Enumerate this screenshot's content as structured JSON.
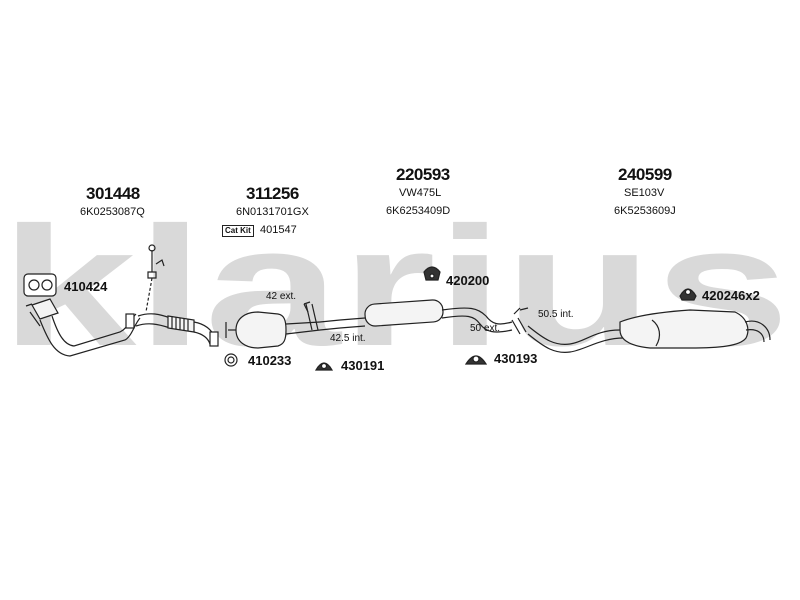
{
  "brand": {
    "watermark": "klarius",
    "color": "#d9d9d9"
  },
  "sections": [
    {
      "part": "301448",
      "oem": "6K0253087Q"
    },
    {
      "part": "311256",
      "oem": "6N0131701GX"
    },
    {
      "part": "220593",
      "alt": "VW475L",
      "oem": "6K6253409D"
    },
    {
      "part": "240599",
      "alt": "SE103V",
      "oem": "6K5253609J"
    }
  ],
  "catkit": {
    "label": "Cat Kit",
    "part": "401547"
  },
  "accessories": {
    "gasket_front": "410424",
    "ring_cat": "410233",
    "hanger_mid": "430191",
    "hanger_center": "420200",
    "hanger_rear": "430193",
    "hanger_tail": "420246x2"
  },
  "dimensions": {
    "d1": "42 ext.",
    "d2": "42.5 int.",
    "d3": "50 ext.",
    "d4": "50.5 int."
  },
  "colors": {
    "line": "#222222",
    "part_fill": "#f4f4f4"
  }
}
